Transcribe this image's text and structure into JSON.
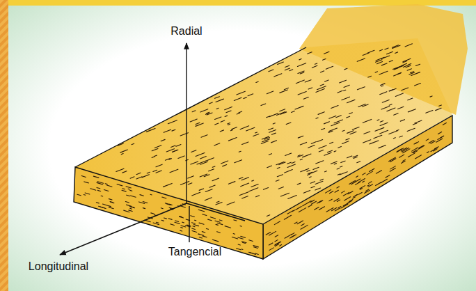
{
  "diagram": {
    "labels": [
      "Radial",
      "Tangencial",
      "Longitudinal"
    ]
  }
}
